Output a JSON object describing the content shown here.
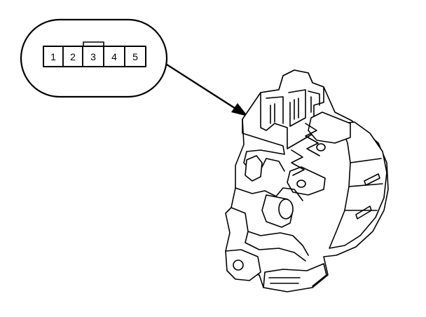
{
  "connector": {
    "pins": [
      {
        "number": "1"
      },
      {
        "number": "2"
      },
      {
        "number": "3"
      },
      {
        "number": "4"
      },
      {
        "number": "5"
      }
    ]
  },
  "colors": {
    "line": "#000000",
    "background": "#ffffff"
  }
}
